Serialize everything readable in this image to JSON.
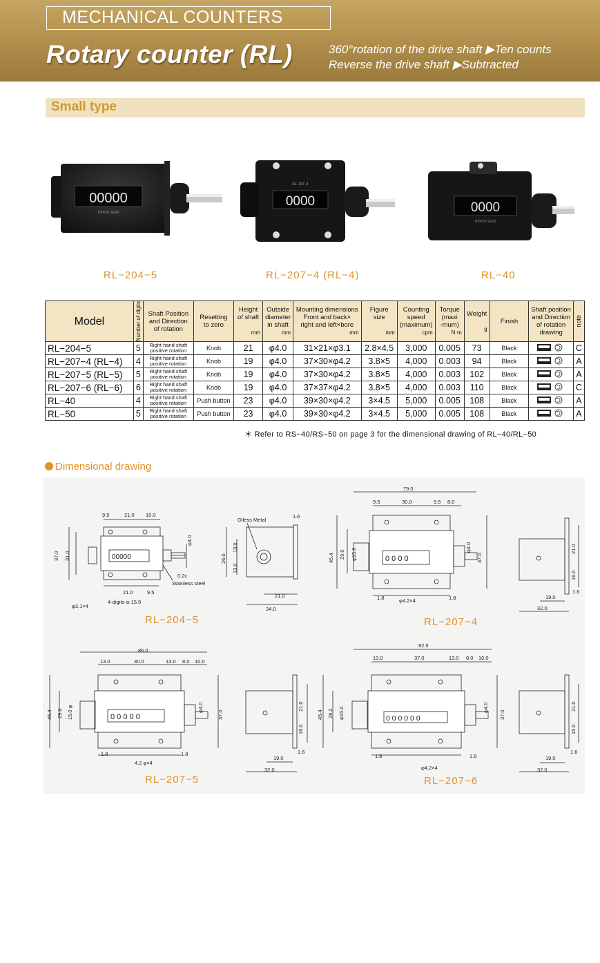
{
  "header": {
    "category": "MECHANICAL COUNTERS",
    "title": "Rotary counter (RL)",
    "line1": "360°rotation of the drive shaft ▶Ten counts",
    "line2": "Reverse the drive shaft ▶Subtracted"
  },
  "section": {
    "title": "Small type"
  },
  "photos": [
    {
      "caption": "RL−204−5",
      "digits": "00000",
      "device_text": "NIHON SEIKI"
    },
    {
      "caption": "RL−207−4 (RL−4)",
      "digits": "0000",
      "device_text": "RL−207−4"
    },
    {
      "caption": "RL−40",
      "digits": "0000",
      "device_text": "NIHON SEIKI"
    }
  ],
  "table": {
    "headers": {
      "model": "Model",
      "digits": "Number of digits",
      "shaft_pos_1": "Shaft Position",
      "shaft_pos_2": "and Direction",
      "shaft_pos_3": "of rotation",
      "reset_1": "Resetting",
      "reset_2": "to zero",
      "height_1": "Height",
      "height_2": "of shaft",
      "height_unit": "mm",
      "od_1": "Outside",
      "od_2": "diameter",
      "od_3": "in shaft",
      "od_unit": "mm",
      "mount_1": "Mounting dimensions",
      "mount_2": "Front and back×",
      "mount_3": "right and left×bore",
      "mount_unit": "mm",
      "fig_1": "Figure",
      "fig_2": "size",
      "fig_unit": "mm",
      "speed_1": "Counting",
      "speed_2": "speed",
      "speed_3": "(maximum)",
      "speed_unit": "cpm",
      "torque_1": "Torque",
      "torque_2": "(maxi",
      "torque_3": "-mum)",
      "torque_unit": "N·m",
      "weight": "Weight",
      "weight_unit": "g",
      "finish": "Finish",
      "dir_1": "Shaft position",
      "dir_2": "and Direction",
      "dir_3": "of rotation",
      "dir_4": "drawing",
      "note": "note"
    },
    "rows": [
      {
        "model": "RL−204−5",
        "digits": "5",
        "shaft1": "Right hand shaft",
        "shaft2": "positive rotation",
        "reset": "Knob",
        "height": "21",
        "od": "φ4.0",
        "mount": "31×21×φ3.1",
        "fig": "2.8×4.5",
        "speed": "3,000",
        "torque": "0.005",
        "weight": "73",
        "finish": "Black",
        "note": "C"
      },
      {
        "model": "RL−207−4 (RL−4)",
        "digits": "4",
        "shaft1": "Right hand shaft",
        "shaft2": "positive rotation",
        "reset": "Knob",
        "height": "19",
        "od": "φ4.0",
        "mount": "37×30×φ4.2",
        "fig": "3.8×5",
        "speed": "4,000",
        "torque": "0.003",
        "weight": "94",
        "finish": "Black",
        "note": "A"
      },
      {
        "model": "RL−207−5 (RL−5)",
        "digits": "5",
        "shaft1": "Right hand shaft",
        "shaft2": "positive rotation",
        "reset": "Knob",
        "height": "19",
        "od": "φ4.0",
        "mount": "37×30×φ4.2",
        "fig": "3.8×5",
        "speed": "4,000",
        "torque": "0.003",
        "weight": "102",
        "finish": "Black",
        "note": "A"
      },
      {
        "model": "RL−207−6 (RL−6)",
        "digits": "6",
        "shaft1": "Right hand shaft",
        "shaft2": "positive rotation",
        "reset": "Knob",
        "height": "19",
        "od": "φ4.0",
        "mount": "37×37×φ4.2",
        "fig": "3.8×5",
        "speed": "4,000",
        "torque": "0.003",
        "weight": "110",
        "finish": "Black",
        "note": "C"
      },
      {
        "model": "RL−40",
        "digits": "4",
        "shaft1": "Right hand shaft",
        "shaft2": "positive rotation",
        "reset": "Push button",
        "height": "23",
        "od": "φ4.0",
        "mount": "39×30×φ4.2",
        "fig": "3×4.5",
        "speed": "5,000",
        "torque": "0.005",
        "weight": "108",
        "finish": "Black",
        "note": "A"
      },
      {
        "model": "RL−50",
        "digits": "5",
        "shaft1": "Right hand shaft",
        "shaft2": "positive rotation",
        "reset": "Push button",
        "height": "23",
        "od": "φ4.0",
        "mount": "39×30×φ4.2",
        "fig": "3×4.5",
        "speed": "5,000",
        "torque": "0.005",
        "weight": "108",
        "finish": "Black",
        "note": "A"
      }
    ]
  },
  "footnote": "＊ Refer to RS−40/RS−50 on page 3 for the dimensional drawing of RL−40/RL−50",
  "dimensional": {
    "heading": "Dimensional drawing",
    "rl204": {
      "label": "RL−204−5",
      "digits": "00000",
      "d_9_5": "9.5",
      "d_21": "21.0",
      "d_10": "10.0",
      "d_37": "37.0",
      "d_31": "31.0",
      "d_phi4": "φ4.0",
      "d_0_2c": "0.2c",
      "d_steel": "Stainless steel",
      "d_21b": "21.0",
      "d_9_5b": "9.5",
      "d_hole": "φ3.1×4",
      "d_note": "4-digits is 15.5",
      "side_oil": "Oiless Metal",
      "side_1_6": "1.6",
      "side_26": "26.0",
      "side_13a": "13.0",
      "side_13b": "13.0",
      "side_21": "21.0",
      "side_34": "34.0"
    },
    "rl2074": {
      "label": "RL−207−4",
      "digits": "0 0 0 0",
      "d_79": "79.0",
      "d_9_5a": "9.5",
      "d_30": "30.0",
      "d_9_5b": "9.5",
      "d_8": "8.0",
      "d_45_4": "45.4",
      "d_29": "29.0",
      "d_phi15": "φ15.0",
      "d_phi4": "φ4.0",
      "d_37": "37.0",
      "d_1_8a": "1.8",
      "d_hole": "φ4.2×4",
      "d_1_8b": "1.8",
      "side_21": "21.0",
      "side_16": "16.0",
      "side_1_6": "1.6",
      "side_19": "19.0",
      "side_32": "32.0"
    },
    "rl2075": {
      "label": "RL−207−5",
      "digits": "0 0 0 0 0",
      "d_86": "86.0",
      "d_13a": "13.0",
      "d_30": "30.0",
      "d_13b": "13.0",
      "d_8": "8.0",
      "d_10": "10.0",
      "d_45_4": "45.4",
      "d_29": "29.0",
      "d_phi15": "15.0 φ",
      "d_phi4": "φ4.0",
      "d_37": "37.0",
      "d_1_8a": "1.8",
      "d_hole": "4.2 φ×4",
      "d_1_8b": "1.8",
      "side_21": "21.0",
      "side_16": "16.0",
      "side_1_6": "1.6",
      "side_19": "19.0",
      "side_32": "32.0"
    },
    "rl2076": {
      "label": "RL−207−6",
      "digits": "0 0 0 0 0 0",
      "d_92_5": "92.5",
      "d_13a": "13.0",
      "d_37a": "37.0",
      "d_13b": "13.0",
      "d_8": "8.0",
      "d_10": "10.0",
      "d_45_4": "45.4",
      "d_29_2": "29.2",
      "d_phi15": "φ15.0",
      "d_phi4": "φ4.0",
      "d_37": "37.0",
      "d_1_8a": "1.8",
      "d_hole": "φ4.2×4",
      "d_1_8b": "1.8",
      "side_21": "21.0",
      "side_15": "15.0",
      "side_1_6": "1.6",
      "side_19": "19.0",
      "side_32": "32.0"
    }
  },
  "colors": {
    "banner": "#b08d4a",
    "accent": "#e0922a",
    "section_bg": "#f0e2bf"
  }
}
